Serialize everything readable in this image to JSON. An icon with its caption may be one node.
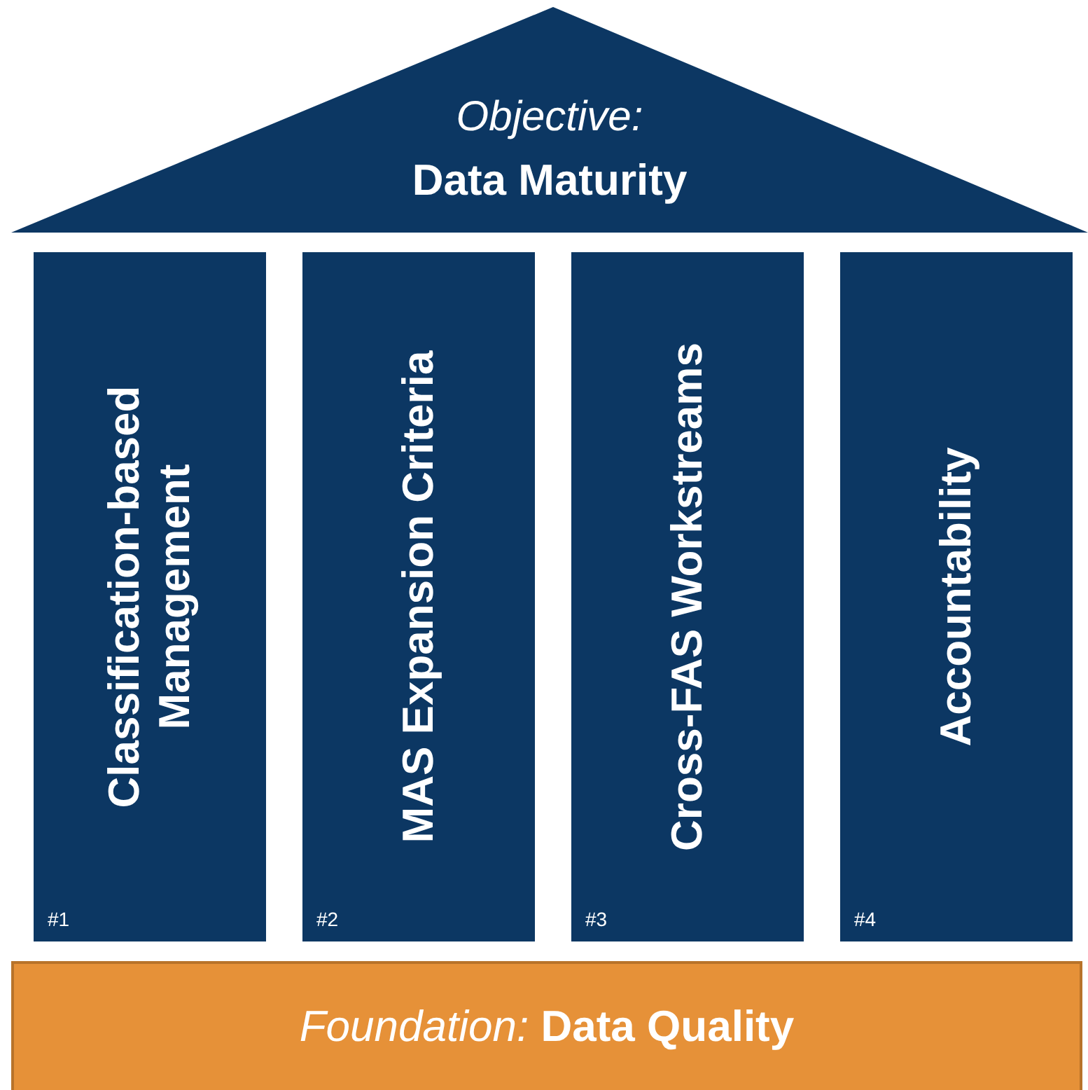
{
  "diagram": {
    "nodes": [
      {
        "text": [
          "Objective:",
          "Data Maturity"
        ]
      },
      {
        "text": [
          "Classification-based Management",
          "#1"
        ]
      },
      {
        "text": [
          "MAS Expansion Criteria",
          "#2"
        ]
      },
      {
        "text": [
          "Cross-FAS Workstreams",
          "#3"
        ]
      },
      {
        "text": [
          "Accountability",
          "#4"
        ]
      },
      {
        "text": [
          "*Foundation:* **Data Quality**"
        ]
      }
    ],
    "edges": []
  }
}
